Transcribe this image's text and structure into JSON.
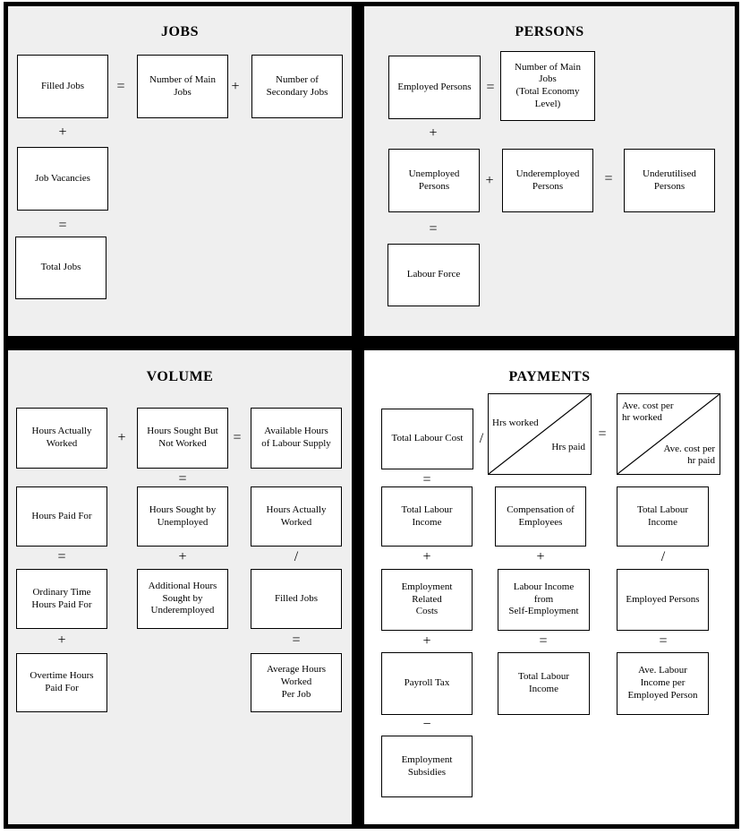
{
  "colors": {
    "quadrant_bg": "#efefef",
    "payments_bg": "#ffffff",
    "box_bg": "#ffffff",
    "line": "#000000"
  },
  "symbols": {
    "plus": "+",
    "equals": "=",
    "divide": "/",
    "minus": "−"
  },
  "jobs": {
    "title": "JOBS",
    "boxes": {
      "filled_jobs": "Filled Jobs",
      "number_of_main_jobs": "Number of Main\nJobs",
      "number_of_secondary_jobs": "Number of\nSecondary Jobs",
      "job_vacancies": "Job Vacancies",
      "total_jobs": "Total Jobs"
    }
  },
  "persons": {
    "title": "PERSONS",
    "boxes": {
      "employed_persons": "Employed Persons",
      "number_of_main_jobs_total": "Number of Main\nJobs\n(Total Economy\nLevel)",
      "unemployed_persons": "Unemployed\nPersons",
      "underemployed_persons": "Underemployed\nPersons",
      "underutilised_persons": "Underutilised\nPersons",
      "labour_force": "Labour Force"
    }
  },
  "volume": {
    "title": "VOLUME",
    "boxes": {
      "hours_actually_worked": "Hours Actually\nWorked",
      "hours_sought_but_not_worked": "Hours Sought But\nNot Worked",
      "available_hours_of_labour_supply": "Available Hours\nof Labour Supply",
      "hours_paid_for": "Hours Paid For",
      "hours_sought_by_unemployed": "Hours Sought by\nUnemployed",
      "hours_actually_worked_2": "Hours Actually\nWorked",
      "ordinary_time_hours_paid_for": "Ordinary Time\nHours Paid For",
      "additional_hours_sought_by_underemployed": "Additional Hours\nSought by\nUnderemployed",
      "filled_jobs": "Filled Jobs",
      "overtime_hours_paid_for": "Overtime Hours\nPaid For",
      "average_hours_worked_per_job": "Average Hours\nWorked\nPer Job"
    }
  },
  "payments": {
    "title": "PAYMENTS",
    "boxes": {
      "total_labour_cost": "Total Labour Cost",
      "hrs_worked": "Hrs worked",
      "hrs_paid": "Hrs paid",
      "ave_cost_per_hr_worked": "Ave. cost per\nhr worked",
      "ave_cost_per_hr_paid": "Ave. cost per\nhr paid",
      "total_labour_income": "Total Labour\nIncome",
      "compensation_of_employees": "Compensation of\nEmployees",
      "total_labour_income_2": "Total Labour\nIncome",
      "employment_related_costs": "Employment\nRelated\nCosts",
      "labour_income_from_self_employment": "Labour Income\nfrom\nSelf-Employment",
      "employed_persons": "Employed Persons",
      "payroll_tax": "Payroll Tax",
      "total_labour_income_3": "Total Labour\nIncome",
      "ave_labour_income_per_employed_person": "Ave. Labour\nIncome per\nEmployed Person",
      "employment_subsidies": "Employment\nSubsidies"
    }
  }
}
